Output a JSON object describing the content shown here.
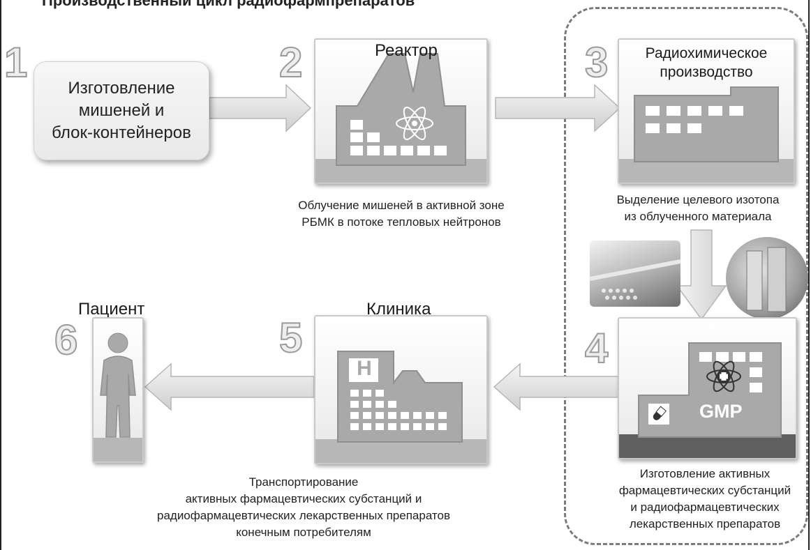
{
  "header": {
    "cut_title": "Производственный цикл радиофармпрепаратов"
  },
  "steps": {
    "s1": {
      "num": "1",
      "lines": [
        "Изготовление",
        "мишеней и",
        "блок-контейнеров"
      ]
    },
    "s2": {
      "num": "2",
      "label": "Реактор",
      "caption": [
        "Облучение мишеней в активной зоне",
        "РБМК в потоке тепловых нейтронов"
      ]
    },
    "s3": {
      "num": "3",
      "label": [
        "Радиохимическое",
        "производство"
      ],
      "caption": [
        "Выделение целевого изотопа",
        "из облученного материала"
      ]
    },
    "s4": {
      "num": "4",
      "badge": "GMP",
      "caption": [
        "Изготовление активных",
        "фармацевтических субстанций",
        "и радиофармацевтических",
        "лекарственных препаратов"
      ]
    },
    "s5": {
      "num": "5",
      "label": "Клиника",
      "sign": "H",
      "caption": [
        "Транспортирование",
        "активных фармацевтических субстанций и",
        "радиофармацевтических лекарственных препаратов",
        "конечным потребителям"
      ]
    },
    "s6": {
      "num": "6",
      "label": "Пациент"
    }
  },
  "icons": [
    "atom-icon",
    "factory-icon",
    "hospital-icon",
    "pill-icon",
    "medical-cross-icon",
    "person-icon",
    "arrow-right-icon",
    "arrow-left-icon",
    "arrow-down-icon"
  ],
  "colors": {
    "box_floor": "#b7b7b7",
    "box_floor_dark": "#5f5f5f",
    "building": "#a9a9a9",
    "arrow": "#e2e2e2",
    "dashed_border": "#7b7b7b"
  }
}
